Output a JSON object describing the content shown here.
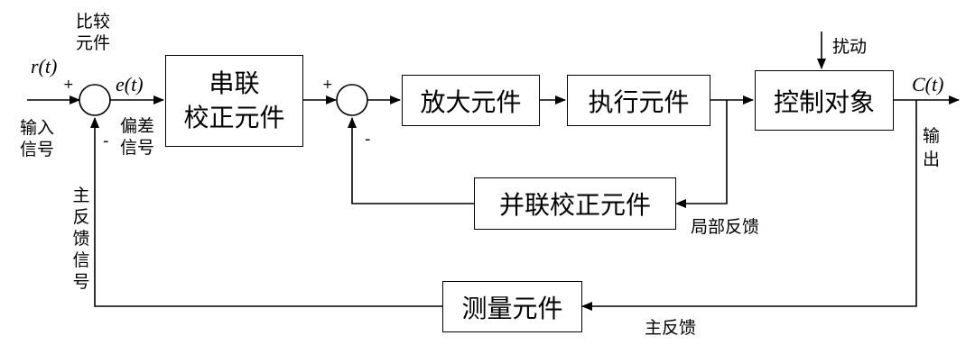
{
  "blocks": {
    "series_comp": [
      "串联",
      "校正元件"
    ],
    "amplifier": "放大元件",
    "actuator": "执行元件",
    "plant": "控制对象",
    "parallel_comp": "并联校正元件",
    "measurement": "测量元件"
  },
  "signals": {
    "input": "r(t)",
    "error": "e(t)",
    "output": "C(t)"
  },
  "labels": {
    "comparator": [
      "比较",
      "元件"
    ],
    "input_signal": [
      "输入",
      "信号"
    ],
    "error_signal": [
      "偏差",
      "信号"
    ],
    "disturbance": "扰动",
    "output": [
      "输",
      "出"
    ],
    "main_feedback_signal": "主反馈信号",
    "local_feedback": "局部反馈",
    "main_feedback": "主反馈"
  },
  "signs": {
    "plus": "+",
    "minus": "-"
  }
}
